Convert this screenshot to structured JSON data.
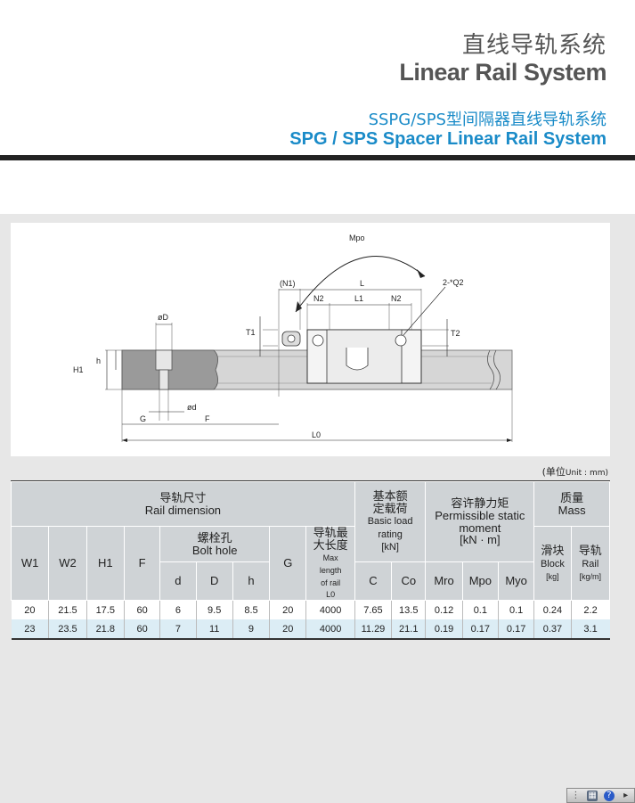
{
  "header": {
    "title_cn": "直线导轨系统",
    "title_en": "Linear Rail System",
    "subtitle_cn": "SSPG/SPS型间隔器直线导轨系统",
    "subtitle_en": "SPG / SPS Spacer Linear Rail System"
  },
  "drawing": {
    "labels": {
      "mpo": "Mpo",
      "n1": "(N1)",
      "l": "L",
      "n2_left": "N2",
      "l1": "L1",
      "n2_right": "N2",
      "q2": "2-*Q2",
      "od_top": "øD",
      "h": "h",
      "h1": "H1",
      "t1": "T1",
      "t2": "T2",
      "od_small": "ød",
      "g": "G",
      "f": "F",
      "l0": "L0"
    }
  },
  "unit": {
    "cn": "(单位",
    "en": "Unit : mm)"
  },
  "table": {
    "group_rail_cn": "导轨尺寸",
    "group_rail_en": "Rail dimension",
    "group_load_cn": "基本额\n定载荷",
    "group_load_en": "Basic load\nrating",
    "group_load_unit": "[kN]",
    "group_moment_cn": "容许静力矩",
    "group_moment_en": "Permissible static\nmoment",
    "group_moment_unit": "[kN · m]",
    "group_mass_cn": "质量",
    "group_mass_en": "Mass",
    "w1": "W1",
    "w2": "W2",
    "h1": "H1",
    "f": "F",
    "bolt_cn": "螺栓孔",
    "bolt_en": "Bolt hole",
    "g": "G",
    "maxlen_cn": "导轨最\n大长度",
    "maxlen_en": "Max\nlength\nof rail",
    "maxlen_sym": "L0",
    "d": "d",
    "D": "D",
    "h": "h",
    "c": "C",
    "co": "Co",
    "mro": "Mro",
    "mpo": "Mpo",
    "myo": "Myo",
    "block_cn": "滑块",
    "block_en": "Block",
    "block_unit": "[kg]",
    "rail_cn": "导轨",
    "rail_en": "Rail",
    "rail_unit": "[kg/m]",
    "rows": [
      [
        "20",
        "21.5",
        "17.5",
        "60",
        "6",
        "9.5",
        "8.5",
        "20",
        "4000",
        "7.65",
        "13.5",
        "0.12",
        "0.1",
        "0.1",
        "0.24",
        "2.2"
      ],
      [
        "23",
        "23.5",
        "21.8",
        "60",
        "7",
        "11",
        "9",
        "20",
        "4000",
        "11.29",
        "21.1",
        "0.19",
        "0.17",
        "0.17",
        "0.37",
        "3.1"
      ]
    ]
  },
  "colors": {
    "accent": "#1a8bc8",
    "header_gray": "#cfd3d6",
    "row_highlight": "#dcedf5",
    "panel": "#e7e7e7"
  }
}
